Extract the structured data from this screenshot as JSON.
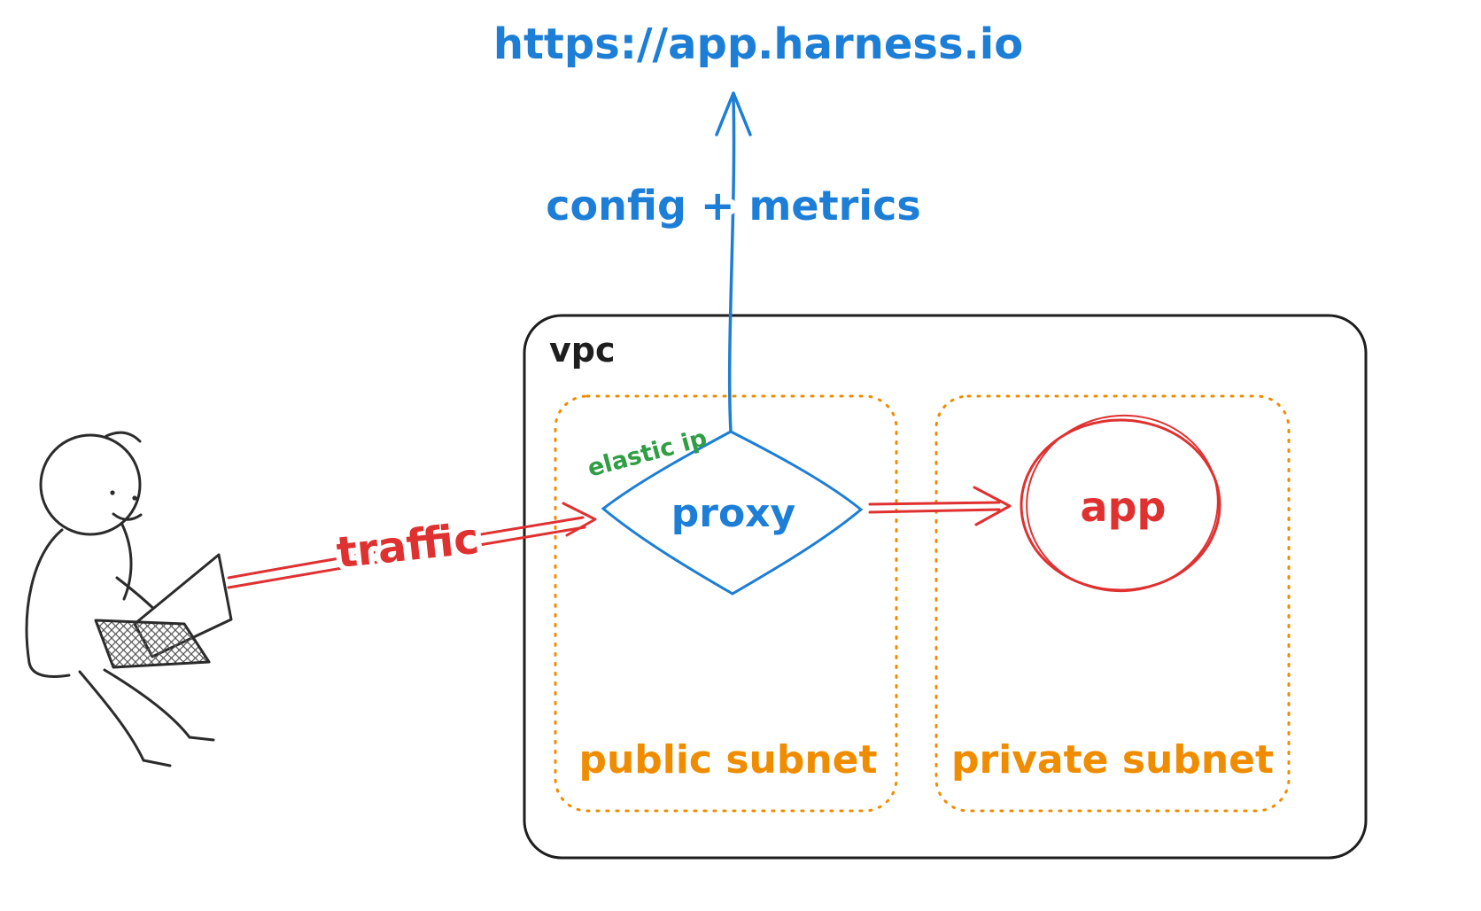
{
  "diagram": {
    "external_url": "https://app.harness.io",
    "config_arrow_label": "config + metrics",
    "traffic_arrow_label": "traffic",
    "vpc_label": "vpc",
    "public_subnet_label": "public subnet",
    "private_subnet_label": "private subnet",
    "proxy_label": "proxy",
    "elastic_ip_label": "elastic ip",
    "app_label": "app",
    "colors": {
      "blue": "#1c7ed6",
      "red": "#e03131",
      "orange": "#f08c00",
      "green": "#2f9e44",
      "ink": "#1e1e1e"
    }
  }
}
